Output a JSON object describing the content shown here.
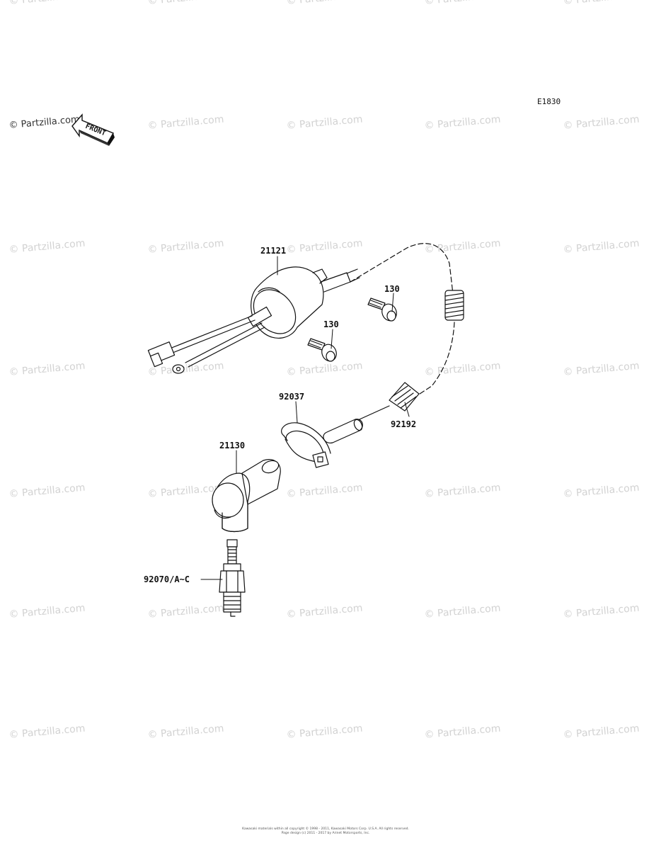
{
  "watermark": "© Partzilla.com",
  "diagram_code": "E1830",
  "front_label": "FRONT",
  "callouts": {
    "coil": "21121",
    "bolt_upper": "130",
    "bolt_lower": "130",
    "clamp": "92037",
    "spring": "92192",
    "plug_cap": "21130",
    "spark_plug": "92070/A~C"
  },
  "copyright_lines": [
    "Kawasaki materials within all copyright © 1998 - 2011, Kawasaki Motors Corp. U.S.A. All rights reserved.",
    "Page design (c) 2011 - 2017 by Arinet Motorsports, Inc."
  ]
}
